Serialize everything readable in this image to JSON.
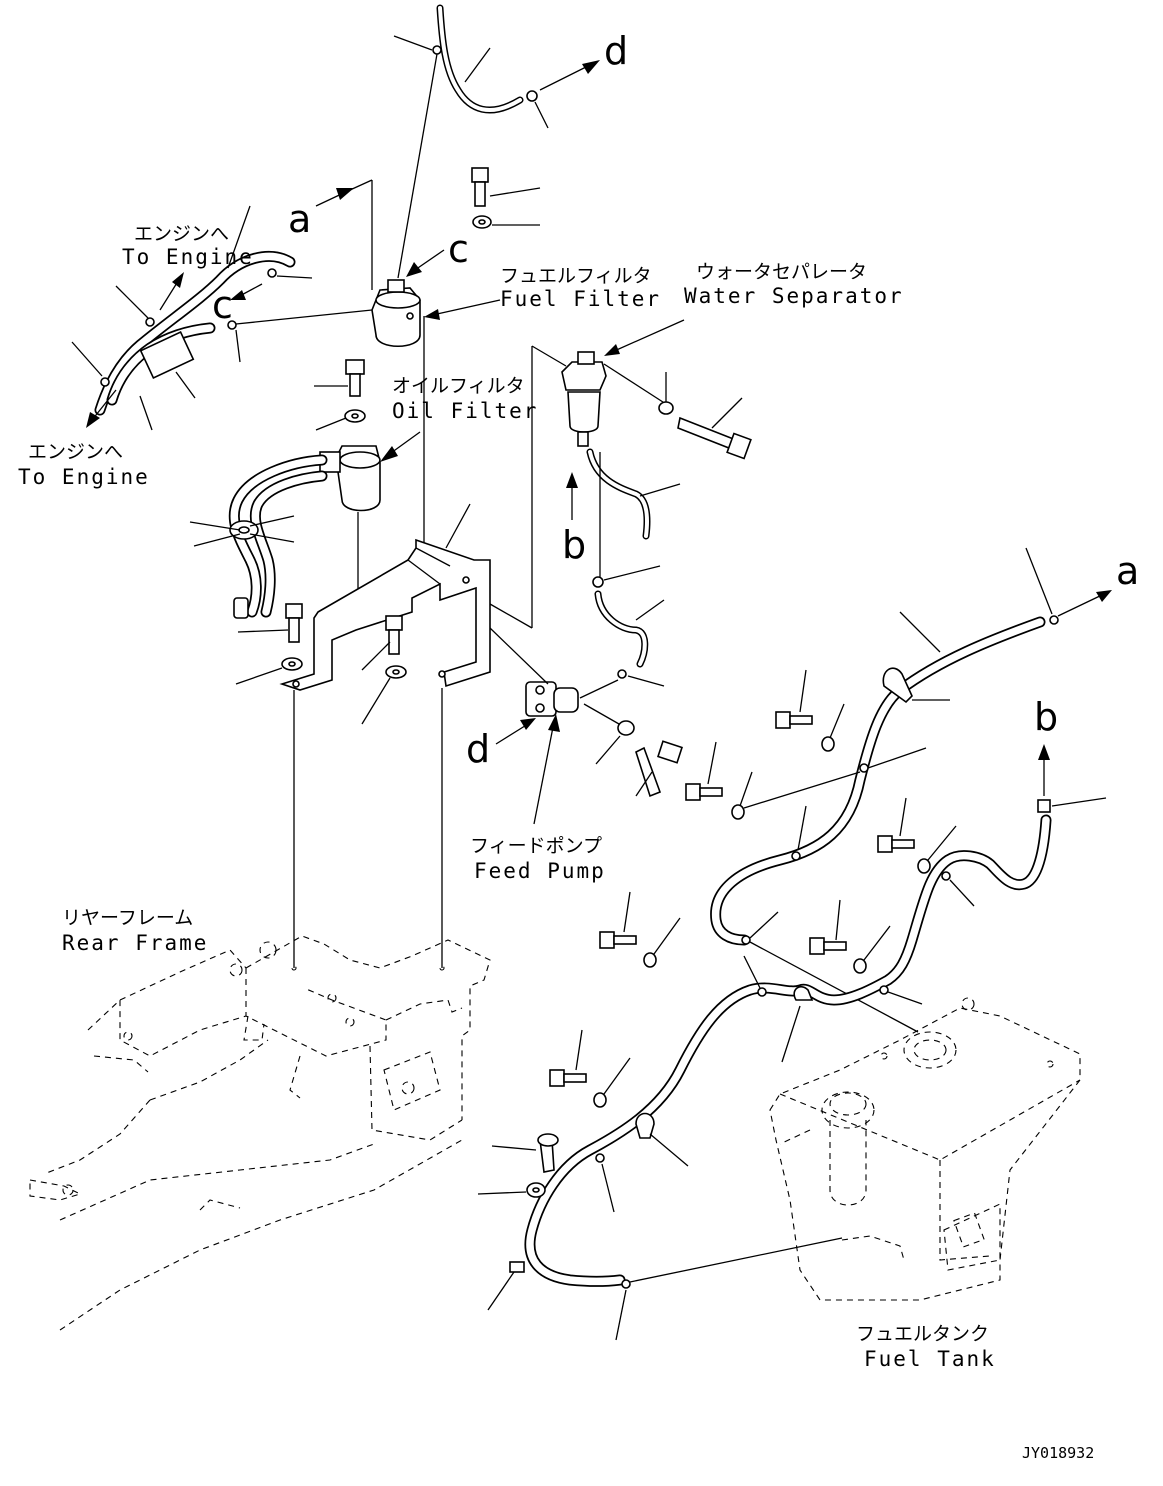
{
  "labels": {
    "to_engine_top_jp": "エンジンへ",
    "to_engine_top_en": "To Engine",
    "to_engine_bottom_jp": "エンジンへ",
    "to_engine_bottom_en": "To Engine",
    "fuel_filter_jp": "フュエルフィルタ",
    "fuel_filter_en": "Fuel Filter",
    "water_separator_jp": "ウォータセパレータ",
    "water_separator_en": "Water Separator",
    "oil_filter_jp": "オイルフィルタ",
    "oil_filter_en": "Oil Filter",
    "feed_pump_jp": "フィードポンプ",
    "feed_pump_en": "Feed Pump",
    "rear_frame_jp": "リヤーフレーム",
    "rear_frame_en": "Rear Frame",
    "fuel_tank_jp": "フュエルタンク",
    "fuel_tank_en": "Fuel Tank"
  },
  "connection_letters": {
    "a_top": "a",
    "a_right": "a",
    "b_separator": "b",
    "b_right": "b",
    "c_top": "c",
    "c_left": "c",
    "d_top": "d",
    "d_pump": "d"
  },
  "drawing_code": "JY018932"
}
